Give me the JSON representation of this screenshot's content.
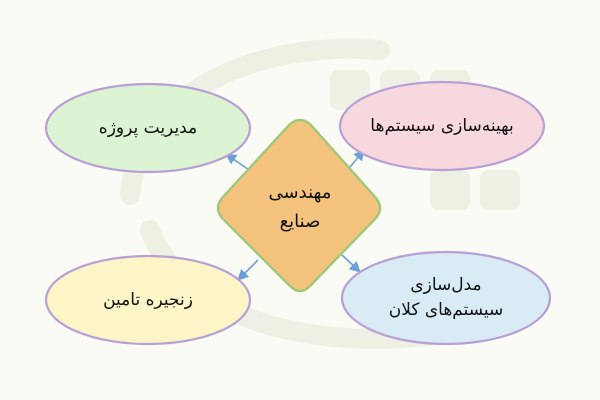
{
  "colors": {
    "background": "#fbfbf6",
    "arrow": "#6a9fd8",
    "center_fill": "#f4c37e",
    "center_stroke": "#9fc878",
    "ellipse_stroke": "#b89fd6"
  },
  "center": {
    "label": "مهندسی\nصنایع",
    "fill": "#f4c37e"
  },
  "nodes": [
    {
      "id": "top-left",
      "label": "مدیریت پروژه",
      "fill": "#dcf3d4"
    },
    {
      "id": "top-right",
      "label": "بهینه‌سازی سیستم‌ها",
      "fill": "#f7d8de"
    },
    {
      "id": "bottom-left",
      "label": "زنجیره تامین",
      "fill": "#fbf5c8"
    },
    {
      "id": "bottom-right",
      "label": "مدل‌سازی\nسیستم‌های کلان",
      "fill": "#d9ebf5"
    }
  ]
}
